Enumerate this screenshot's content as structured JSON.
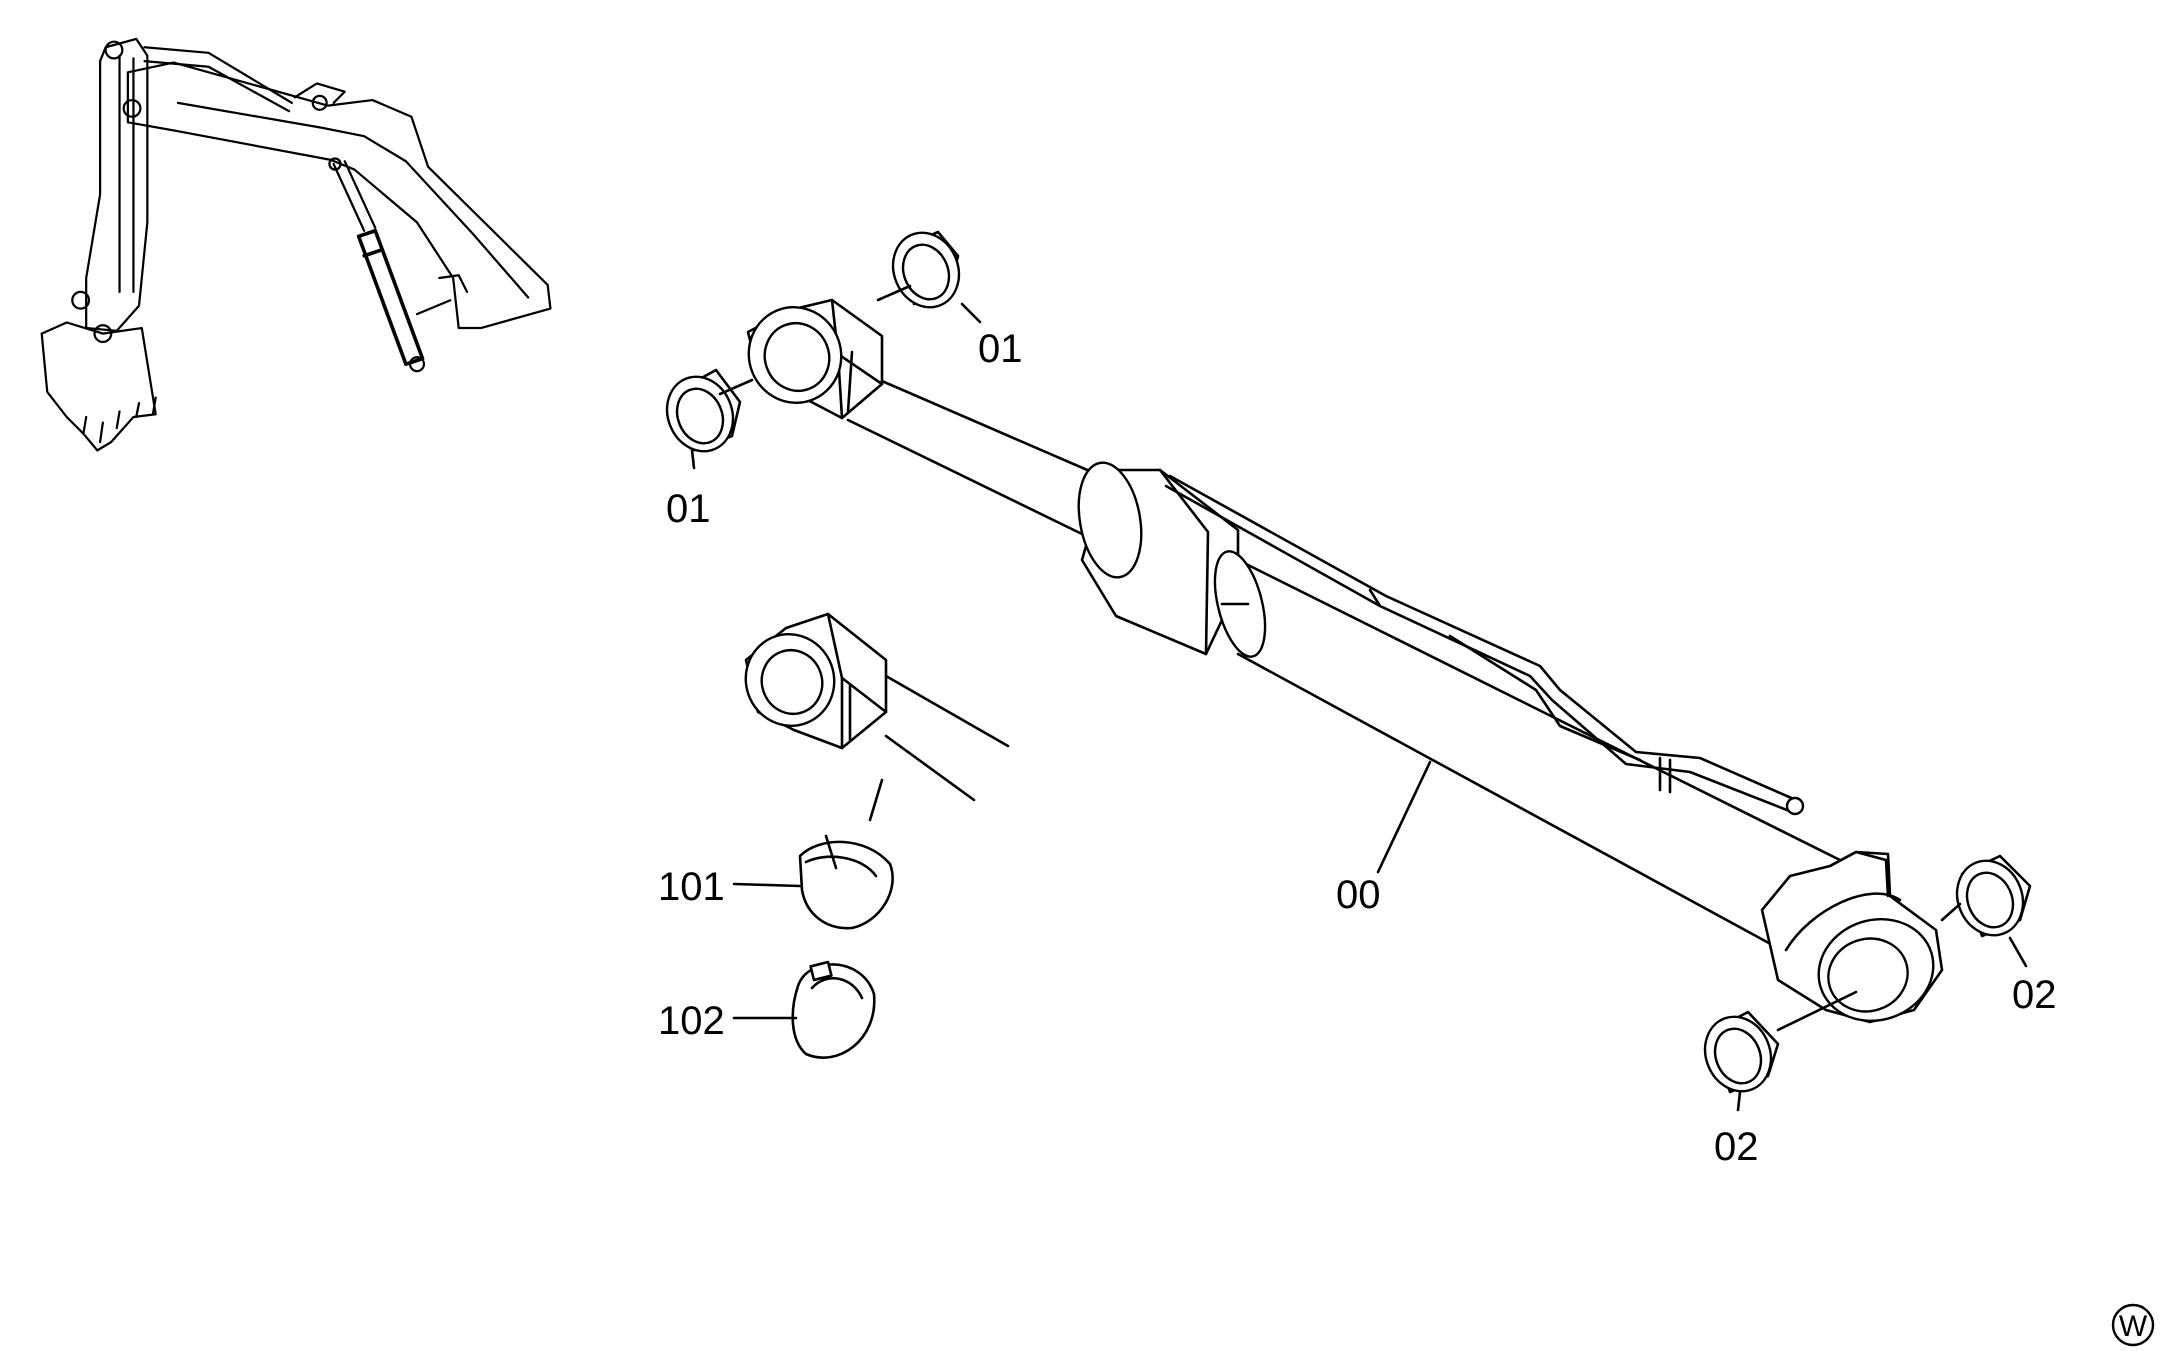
{
  "labels": {
    "part_01_upper": "01",
    "part_01_lower": "01",
    "part_00": "00",
    "part_02_right": "02",
    "part_02_lower": "02",
    "part_101": "101",
    "part_102": "102"
  },
  "corner_mark": "W",
  "icons": {
    "excavator_locator": "excavator-arm-locator-icon"
  }
}
